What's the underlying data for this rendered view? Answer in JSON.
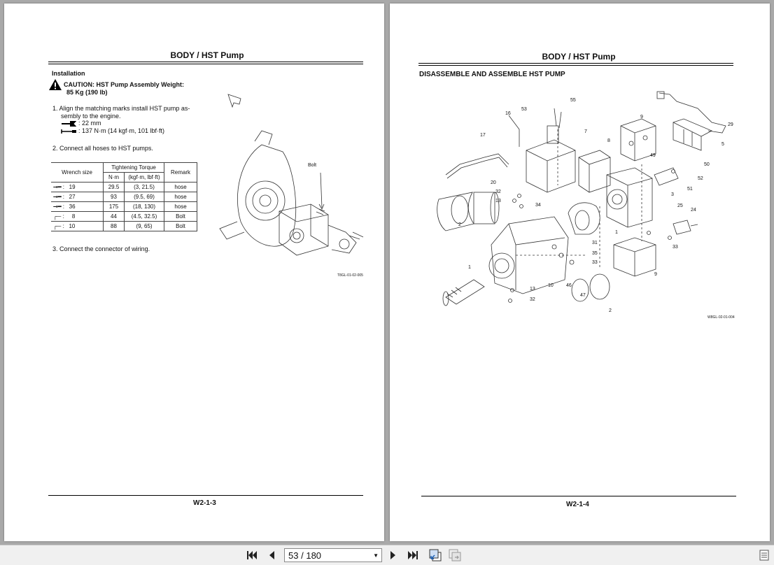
{
  "left_page": {
    "header": "BODY / HST Pump",
    "section": "Installation",
    "caution_line1": "CAUTION:  HST Pump Assembly Weight:",
    "caution_line2": "85 Kg (190 lb)",
    "step1_line1": "1.  Align the matching marks install HST pump as-",
    "step1_line2": "sembly to the engine.",
    "step1_wrench": ": 22 mm",
    "step1_torque": ": 137 N·m (14 kgf·m, 101 lbf·ft)",
    "step2": "2.  Connect all hoses to HST pumps.",
    "step3": "3.  Connect the connector of wiring.",
    "table": {
      "col_wrench": "Wrench size",
      "col_torque": "Tightening Torque",
      "col_nm": "N·m",
      "col_kgf": "(kgf·m, lbf·ft)",
      "col_remark": "Remark",
      "rows": [
        {
          "size": "19",
          "nm": "29.5",
          "kgf": "(3, 21.5)",
          "remark": "hose"
        },
        {
          "size": "27",
          "nm": "93",
          "kgf": "(9.5, 69)",
          "remark": "hose"
        },
        {
          "size": "36",
          "nm": "175",
          "kgf": "(18, 130)",
          "remark": "hose"
        },
        {
          "size": "8",
          "nm": "44",
          "kgf": "(4.5, 32.5)",
          "remark": "Bolt"
        },
        {
          "size": "10",
          "nm": "88",
          "kgf": "(9, 65)",
          "remark": "Bolt"
        }
      ]
    },
    "figure_bolt_label": "Bolt",
    "figure_code": "T8GL-01-02-005",
    "footer": "W2-1-3"
  },
  "right_page": {
    "header": "BODY / HST Pump",
    "section": "DISASSEMBLE AND ASSEMBLE HST PUMP",
    "figure_code": "W8GL-02-01-004",
    "footer": "W2-1-4",
    "callouts": [
      "55",
      "16",
      "53",
      "7",
      "9",
      "29",
      "17",
      "8",
      "49",
      "5",
      "50",
      "52",
      "20",
      "32",
      "51",
      "13",
      "34",
      "3",
      "25",
      "24",
      "2",
      "33",
      "31",
      "35",
      "33",
      "1",
      "1",
      "10",
      "46",
      "47",
      "13",
      "32",
      "9",
      "2"
    ]
  },
  "toolbar": {
    "current_page": "53",
    "separator": "/",
    "total_pages": "180"
  }
}
